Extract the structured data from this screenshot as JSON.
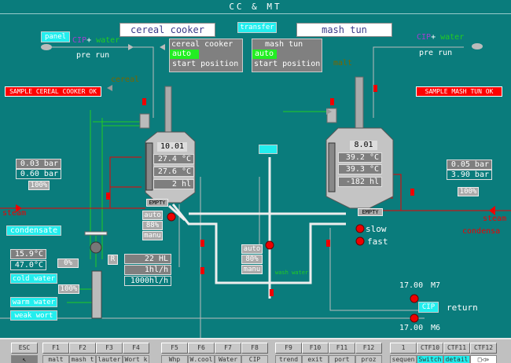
{
  "title": "CC & MT",
  "header": {
    "cereal_cooker": "cereal cooker",
    "transfer": "transfer",
    "mash_tun": "mash tun",
    "panel": "panel"
  },
  "cc_panel": {
    "title": "cereal   cooker",
    "mode": "auto",
    "status": "start position"
  },
  "mt_panel": {
    "title": "mash   tun",
    "mode": "auto",
    "status": "start position"
  },
  "left": {
    "cip": "CIP",
    "plus": "+",
    "water": "water",
    "pre_run": "pre run",
    "cereal": "cereal",
    "sample": "SAMPLE CEREAL COOKER OK",
    "p1": "0.03 bar",
    "p2": "0.60 bar",
    "valve_pct": "100%",
    "steam": "steam",
    "condensate": "condensate",
    "temp1": "15.9°C",
    "temp2": "47.0°C",
    "cold_pct": "0%",
    "warm_pct": "100%",
    "cold_water": "cold water",
    "warm_water": "warm water",
    "weak_wort": "weak wort",
    "r": "R",
    "vol": "22 HL",
    "flow1": "1hl/h",
    "flow2": "1000hl/h"
  },
  "right": {
    "cip": "CIP",
    "plus": "+",
    "water": "water",
    "pre_run": "pre run",
    "malt": "malt",
    "sample": "SAMPLE MASH TUN OK",
    "p1": "0.05 bar",
    "p2": "3.90 bar",
    "valve_pct": "100%",
    "steam": "steam",
    "condensate": "condensa",
    "slow": "slow",
    "fast": "fast",
    "m7_val": "17.00",
    "m7": "M7",
    "m6_val": "17.00",
    "m6": "M6",
    "cip_btn": "CIP",
    "return": "return"
  },
  "cc_vessel": {
    "id": "10.01",
    "t1": "27.4 °C",
    "t2": "27.6 °C",
    "level": "2 hl",
    "empty": "EMPTY",
    "mode": "auto",
    "pct": "88%",
    "manu": "manu"
  },
  "mt_vessel": {
    "id": "8.01",
    "t1": "39.2 °C",
    "t2": "39.3 °C",
    "level": "-182 hl",
    "empty": "EMPTY"
  },
  "center": {
    "mode": "auto",
    "pct": "80%",
    "manu": "manu",
    "wash_water": "wash water"
  },
  "fkeys": [
    {
      "key": "ESC",
      "label": "↖"
    },
    {
      "key": "F1",
      "label": "malt"
    },
    {
      "key": "F2",
      "label": "mash t"
    },
    {
      "key": "F3",
      "label": "lauter"
    },
    {
      "key": "F4",
      "label": "Wort k"
    },
    {
      "key": "F5",
      "label": "Whp"
    },
    {
      "key": "F6",
      "label": "W.cool"
    },
    {
      "key": "F7",
      "label": "Water"
    },
    {
      "key": "F8",
      "label": "CIP"
    },
    {
      "key": "F9",
      "label": "trend"
    },
    {
      "key": "F10",
      "label": "exit"
    },
    {
      "key": "F11",
      "label": "port"
    },
    {
      "key": "F12",
      "label": "proz"
    },
    {
      "key": "1",
      "label": "sequen"
    },
    {
      "key": "CTF10",
      "label": "Switch"
    },
    {
      "key": "CTF11",
      "label": "detail"
    },
    {
      "key": "CTF12",
      "label": "□◁»"
    }
  ]
}
